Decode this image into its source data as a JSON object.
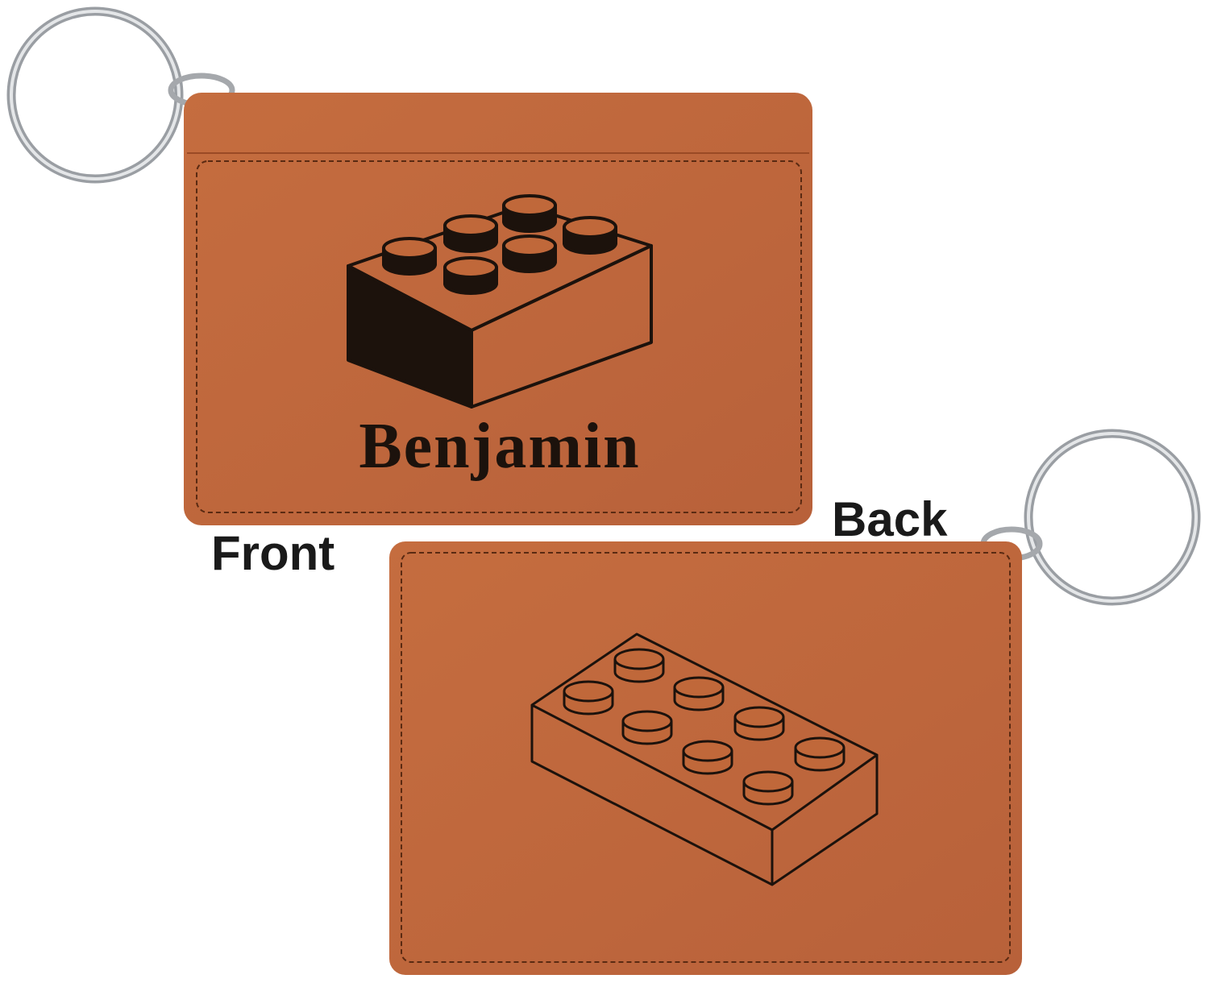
{
  "front": {
    "label": "Front",
    "engraved_name": "Benjamin"
  },
  "back": {
    "label": "Back"
  },
  "colors": {
    "leather": "#c0683a",
    "engraving": "#1c120c",
    "ring": "#b9bcc0"
  }
}
